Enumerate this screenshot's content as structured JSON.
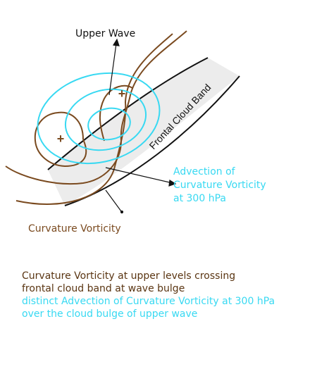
{
  "colors": {
    "brown": "#7a4a1f",
    "cyan": "#38d9f2",
    "black": "#111111",
    "band_fill": "#ececec"
  },
  "labels": {
    "upper_wave": "Upper Wave",
    "frontal_cloud_band": "Frontal Cloud Band",
    "advection_line1": "Advection of",
    "advection_line2": "Curvature Vorticity",
    "advection_line3": "at 300 hPa",
    "curvature_vorticity": "Curvature Vorticity",
    "plus_sign": "+"
  },
  "caption": {
    "brown_line1": "Curvature Vorticity at upper levels crossing",
    "brown_line2": "frontal cloud band at wave bulge",
    "cyan_line1": "distinct Advection of Curvature Vorticity at 300 hPa",
    "cyan_line2": "over the cloud bulge of upper wave"
  }
}
